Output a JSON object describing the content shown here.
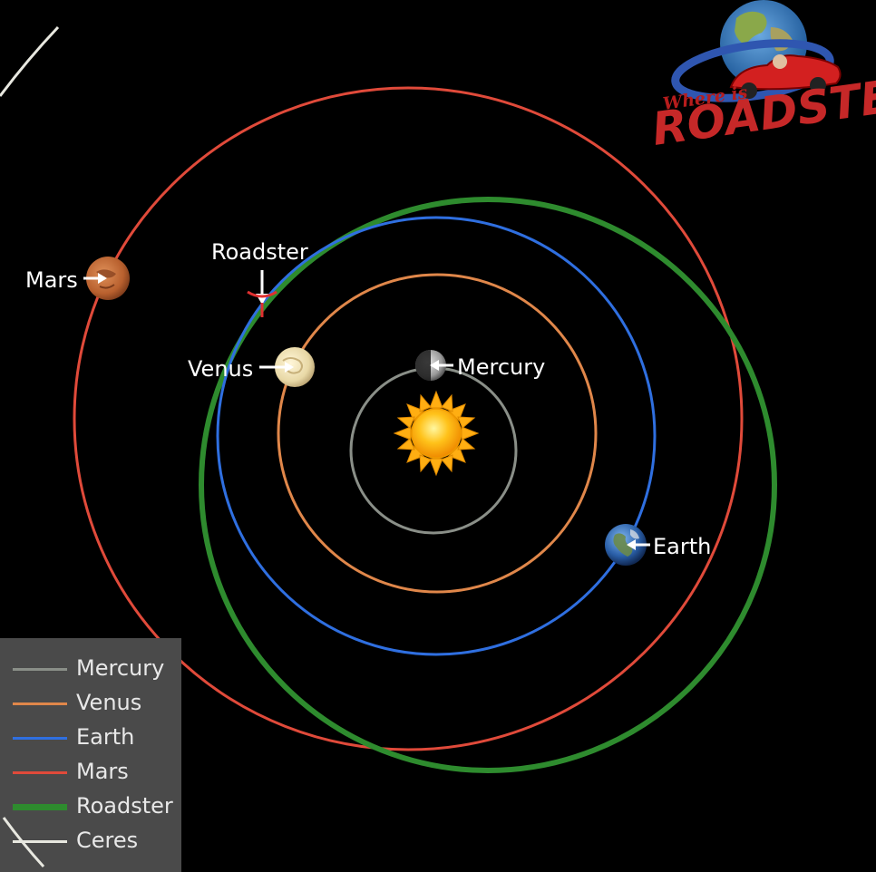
{
  "bodies": {
    "mercury": {
      "label": "Mercury"
    },
    "venus": {
      "label": "Venus"
    },
    "earth": {
      "label": "Earth"
    },
    "mars": {
      "label": "Mars"
    },
    "roadster": {
      "label": "Roadster"
    }
  },
  "legend": [
    {
      "label": "Mercury",
      "color": "#8a8f88"
    },
    {
      "label": "Venus",
      "color": "#e0874a"
    },
    {
      "label": "Earth",
      "color": "#2f6fe0"
    },
    {
      "label": "Mars",
      "color": "#e04a3a"
    },
    {
      "label": "Roadster",
      "color": "#2e8b2e"
    },
    {
      "label": "Ceres",
      "color": "#e8e8e0"
    }
  ],
  "logo": {
    "line1": "Where is",
    "line2": "ROADSTER?"
  }
}
